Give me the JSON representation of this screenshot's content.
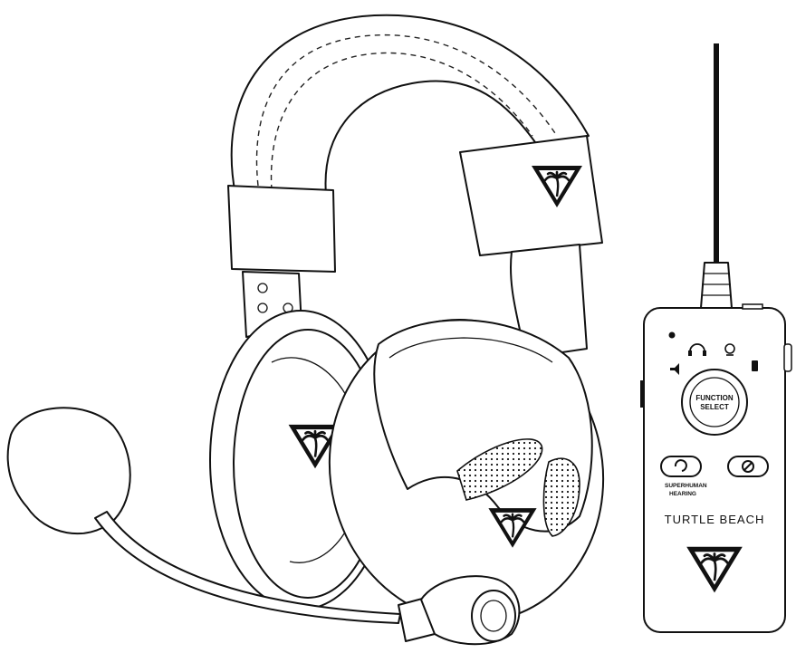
{
  "controller": {
    "function_select_line1": "FUNCTION",
    "function_select_line2": "SELECT",
    "superhuman_line1": "SUPERHUMAN",
    "superhuman_line2": "HEARING",
    "brand_text": "TURTLE BEACH"
  },
  "icons": [
    "palm-logo-icon",
    "headphones-icon",
    "mic-icon",
    "speaker-icon",
    "phone-icon"
  ]
}
